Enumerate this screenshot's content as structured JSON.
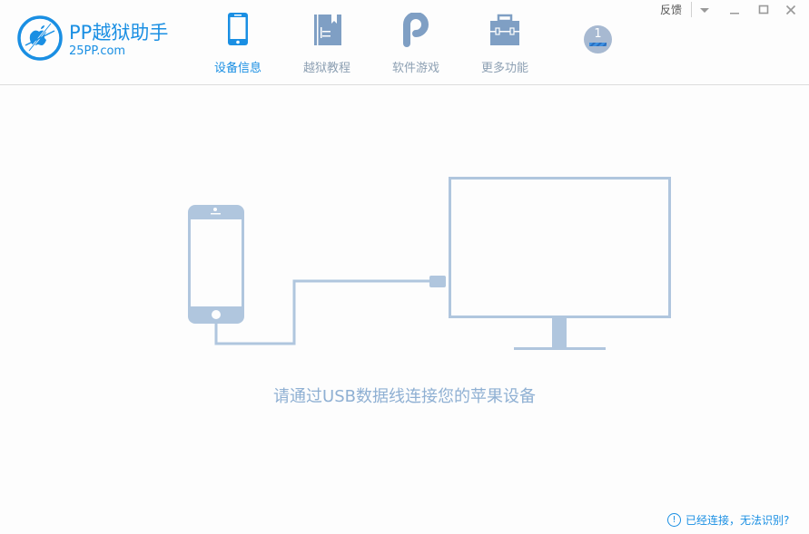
{
  "app": {
    "title": "PP越狱助手",
    "url": "25PP.com"
  },
  "nav": {
    "items": [
      {
        "label": "设备信息",
        "icon": "phone-icon",
        "active": true
      },
      {
        "label": "越狱教程",
        "icon": "book-icon",
        "active": false
      },
      {
        "label": "软件游戏",
        "icon": "pp-logo-icon",
        "active": false
      },
      {
        "label": "更多功能",
        "icon": "toolbox-icon",
        "active": false
      }
    ],
    "download_badge": {
      "count": "1",
      "icon": "download-progress-icon"
    }
  },
  "window_controls": {
    "feedback": "反馈",
    "menu_icon": "chevron-down-icon",
    "minimize_icon": "minimize-icon",
    "maximize_icon": "maximize-icon",
    "close_icon": "close-icon"
  },
  "main": {
    "prompt": "请通过USB数据线连接您的苹果设备",
    "illustration": "phone-usb-monitor-illustration"
  },
  "footer": {
    "help_icon": "exclamation-circle-icon",
    "help_text": "已经连接，无法识别?"
  },
  "colors": {
    "accent": "#1a8fe3",
    "icon_gray_blue": "#7f9fc4",
    "illustration": "#b0c6de",
    "prompt_text": "#8fb0d3"
  }
}
